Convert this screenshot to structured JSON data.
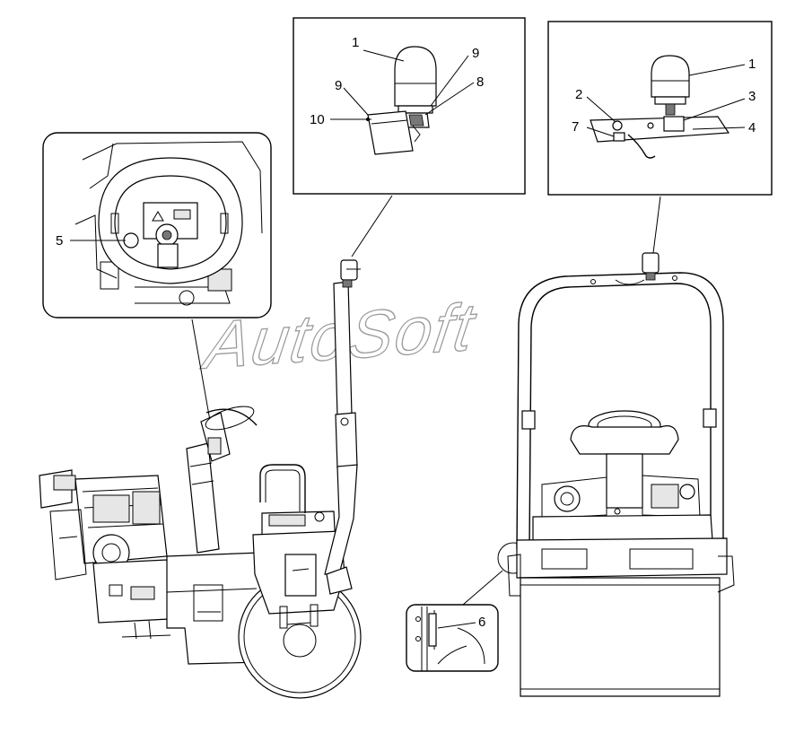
{
  "watermark": "AutoSoft",
  "callouts": {
    "c1a": "1",
    "c9a": "9",
    "c9b": "9",
    "c8": "8",
    "c10": "10",
    "c1b": "1",
    "c2": "2",
    "c3": "3",
    "c4": "4",
    "c7": "7",
    "c5": "5",
    "c6": "6"
  },
  "colors": {
    "line": "#000000",
    "watermark": "#9a9a9a",
    "background": "#ffffff"
  }
}
